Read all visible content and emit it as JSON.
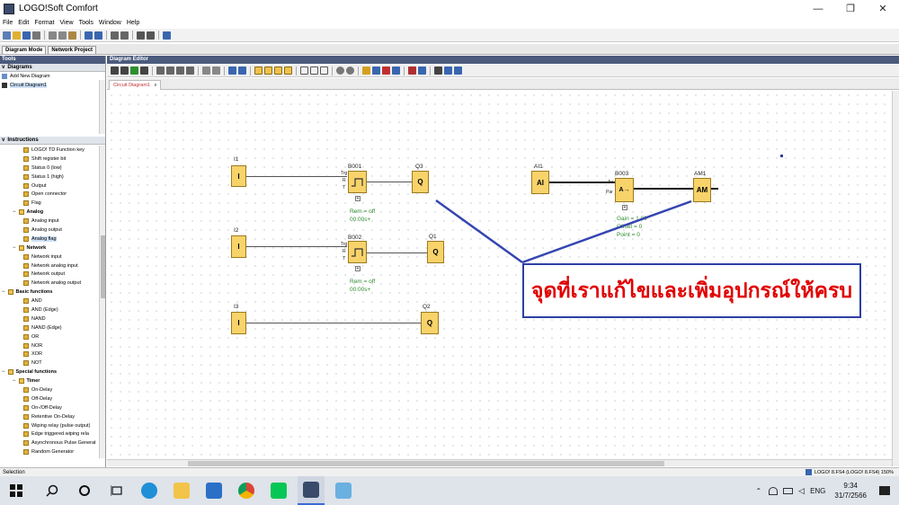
{
  "window": {
    "title": "LOGO!Soft Comfort",
    "minimize": "—",
    "maximize": "❐",
    "close": "✕"
  },
  "menu": [
    "File",
    "Edit",
    "Format",
    "View",
    "Tools",
    "Window",
    "Help"
  ],
  "mode_tabs": [
    "Diagram Mode",
    "Network Project"
  ],
  "left_panel": {
    "header": "Tools",
    "diagrams": {
      "title": "Diagrams",
      "items": [
        "Add New Diagram",
        "Circuit Diagram1"
      ]
    },
    "instructions": {
      "title": "Instructions",
      "rows": [
        {
          "label": "LOGO! TD Function key",
          "level": 3,
          "kind": "item"
        },
        {
          "label": "Shift register bit",
          "level": 3,
          "kind": "item"
        },
        {
          "label": "Status 0 (low)",
          "level": 3,
          "kind": "item"
        },
        {
          "label": "Status 1 (high)",
          "level": 3,
          "kind": "item"
        },
        {
          "label": "Output",
          "level": 3,
          "kind": "item"
        },
        {
          "label": "Open connector",
          "level": 3,
          "kind": "item"
        },
        {
          "label": "Flag",
          "level": 3,
          "kind": "item"
        },
        {
          "label": "Analog",
          "level": 2,
          "kind": "folder"
        },
        {
          "label": "Analog input",
          "level": 3,
          "kind": "item"
        },
        {
          "label": "Analog output",
          "level": 3,
          "kind": "item"
        },
        {
          "label": "Analog flag",
          "level": 3,
          "kind": "item",
          "selected": true
        },
        {
          "label": "Network",
          "level": 2,
          "kind": "folder"
        },
        {
          "label": "Network input",
          "level": 3,
          "kind": "item"
        },
        {
          "label": "Network analog input",
          "level": 3,
          "kind": "item"
        },
        {
          "label": "Network output",
          "level": 3,
          "kind": "item"
        },
        {
          "label": "Network analog output",
          "level": 3,
          "kind": "item"
        },
        {
          "label": "Basic functions",
          "level": 1,
          "kind": "folder"
        },
        {
          "label": "AND",
          "level": 3,
          "kind": "item"
        },
        {
          "label": "AND (Edge)",
          "level": 3,
          "kind": "item"
        },
        {
          "label": "NAND",
          "level": 3,
          "kind": "item"
        },
        {
          "label": "NAND (Edge)",
          "level": 3,
          "kind": "item"
        },
        {
          "label": "OR",
          "level": 3,
          "kind": "item"
        },
        {
          "label": "NOR",
          "level": 3,
          "kind": "item"
        },
        {
          "label": "XOR",
          "level": 3,
          "kind": "item"
        },
        {
          "label": "NOT",
          "level": 3,
          "kind": "item"
        },
        {
          "label": "Special functions",
          "level": 1,
          "kind": "folder"
        },
        {
          "label": "Timer",
          "level": 2,
          "kind": "folder"
        },
        {
          "label": "On-Delay",
          "level": 3,
          "kind": "item"
        },
        {
          "label": "Off-Delay",
          "level": 3,
          "kind": "item"
        },
        {
          "label": "On-/Off-Delay",
          "level": 3,
          "kind": "item"
        },
        {
          "label": "Retentive On-Delay",
          "level": 3,
          "kind": "item"
        },
        {
          "label": "Wiping relay (pulse output)",
          "level": 3,
          "kind": "item"
        },
        {
          "label": "Edge triggered wiping rela",
          "level": 3,
          "kind": "item"
        },
        {
          "label": "Asynchronous Pulse Generat",
          "level": 3,
          "kind": "item"
        },
        {
          "label": "Random Generator",
          "level": 3,
          "kind": "item"
        }
      ]
    }
  },
  "editor": {
    "header": "Diagram Editor",
    "tab": "Circuit Diagram1",
    "tab_close": "x",
    "blocks": {
      "i1": {
        "name": "I1",
        "glyph": "I"
      },
      "i2": {
        "name": "I2",
        "glyph": "I"
      },
      "i3": {
        "name": "I3",
        "glyph": "I"
      },
      "ai1": {
        "name": "AI1",
        "glyph": "AI"
      },
      "b001": {
        "name": "B001",
        "params": [
          "Rem = off",
          "00:00s+"
        ],
        "pins": [
          "Trg",
          "R",
          "T"
        ]
      },
      "b002": {
        "name": "B002",
        "params": [
          "Rem = off",
          "00:00s+"
        ],
        "pins": [
          "Trg",
          "R",
          "T"
        ]
      },
      "b003": {
        "name": "B003",
        "glyph": "A→",
        "params": [
          "Gain = 1.00",
          "Offset = 0",
          "Point = 0"
        ],
        "pins": [
          "Ax",
          "Par"
        ]
      },
      "q1": {
        "name": "Q1",
        "glyph": "Q"
      },
      "q2": {
        "name": "Q2",
        "glyph": "Q"
      },
      "q3": {
        "name": "Q3",
        "glyph": "Q"
      },
      "am1": {
        "name": "AM1",
        "glyph": "AM"
      }
    },
    "annotation": "จุดที่เราแก้ไขและเพิ่มอุปกรณ์ให้ครบ",
    "accent_color": "#2d3fa6",
    "annotation_color": "#e00000",
    "block_color": "#f7d36a"
  },
  "status": {
    "left": "Selection",
    "right": "LOGO! 8.FS4 (LOGO! 8.FS4) 150%"
  },
  "taskbar": {
    "icons": [
      "windows-icon",
      "search-icon",
      "cortana-icon",
      "task-view-icon",
      "edge-icon",
      "file-explorer-icon",
      "mail-icon",
      "chrome-icon",
      "line-icon",
      "logo-soft-icon",
      "remote-desktop-icon"
    ],
    "tray": {
      "lang": "ENG",
      "time": "9:34",
      "date": "31/7/2566"
    }
  }
}
